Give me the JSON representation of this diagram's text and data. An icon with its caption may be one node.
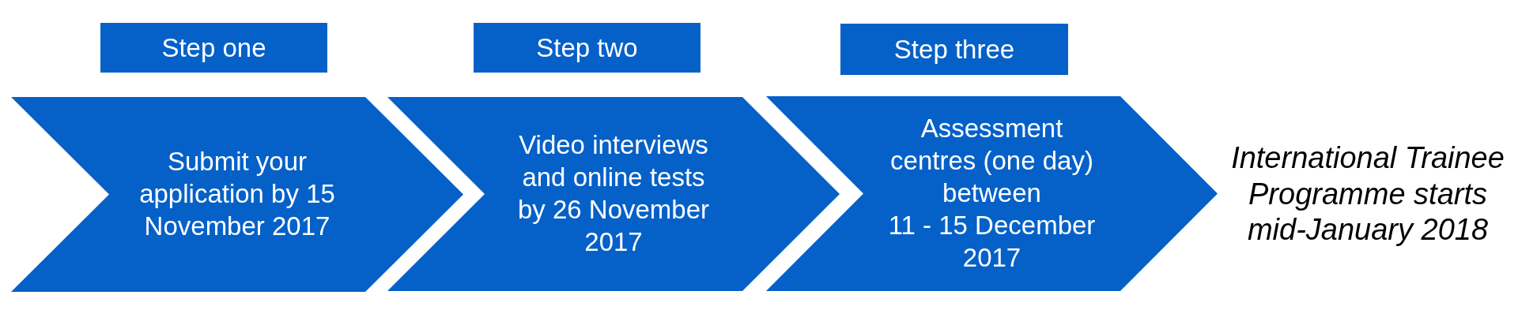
{
  "diagram": {
    "nodes": [
      {
        "text": [
          "Step one"
        ]
      },
      {
        "text": [
          "Step two"
        ]
      },
      {
        "text": [
          "Step three"
        ]
      },
      {
        "text": [
          "Submit your application by 15 November 2017"
        ]
      },
      {
        "text": [
          "Video interviews and online tests by 26 November 2017"
        ]
      },
      {
        "text": [
          "Assessment centres (one day) between",
          "11 - 15 December 2017"
        ]
      }
    ],
    "labels": [
      "International Trainee Programme starts mid-January 2018"
    ]
  }
}
